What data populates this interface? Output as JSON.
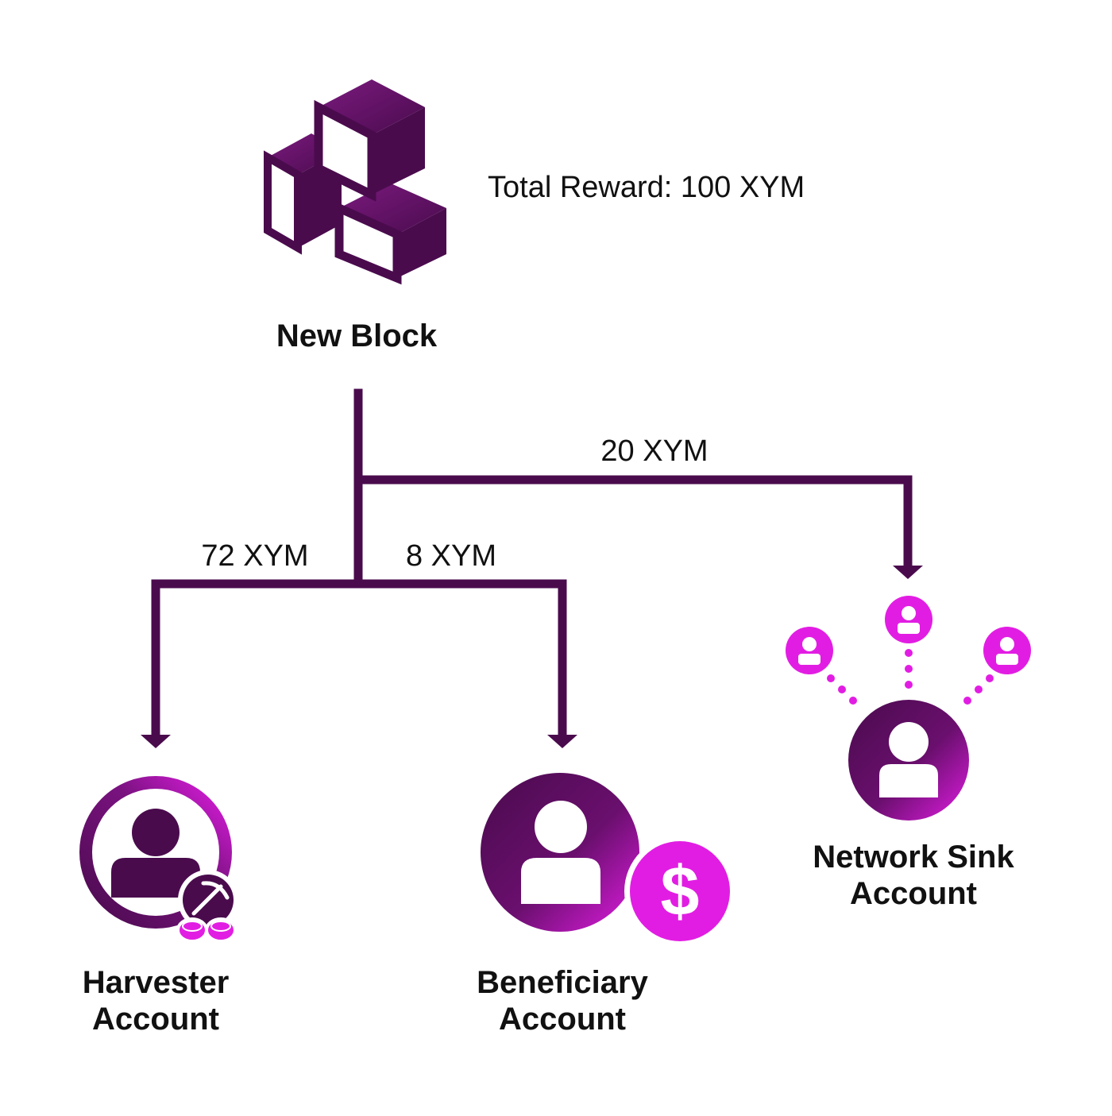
{
  "new_block": {
    "label": "New Block"
  },
  "total_reward": {
    "text": "Total Reward: 100 XYM"
  },
  "splits": {
    "harvester": "72 XYM",
    "beneficiary": "8 XYM",
    "network_sink": "20 XYM"
  },
  "accounts": {
    "harvester": {
      "line1": "Harvester",
      "line2": "Account"
    },
    "beneficiary": {
      "line1": "Beneficiary",
      "line2": "Account"
    },
    "network_sink": {
      "line1": "Network Sink",
      "line2": "Account"
    }
  },
  "icons": {
    "block": "cubes-icon",
    "harvester": "harvester-user-icon",
    "pickaxe": "pickaxe-icon",
    "coins": "coins-icon",
    "beneficiary": "beneficiary-user-icon",
    "dollar": "dollar-icon",
    "sink": "network-sink-user-icon",
    "sink_nodes": "small-user-icon"
  },
  "colors": {
    "dark_purple": "#4a0b4d",
    "magenta": "#e21de3",
    "light_white": "#ffffff"
  }
}
